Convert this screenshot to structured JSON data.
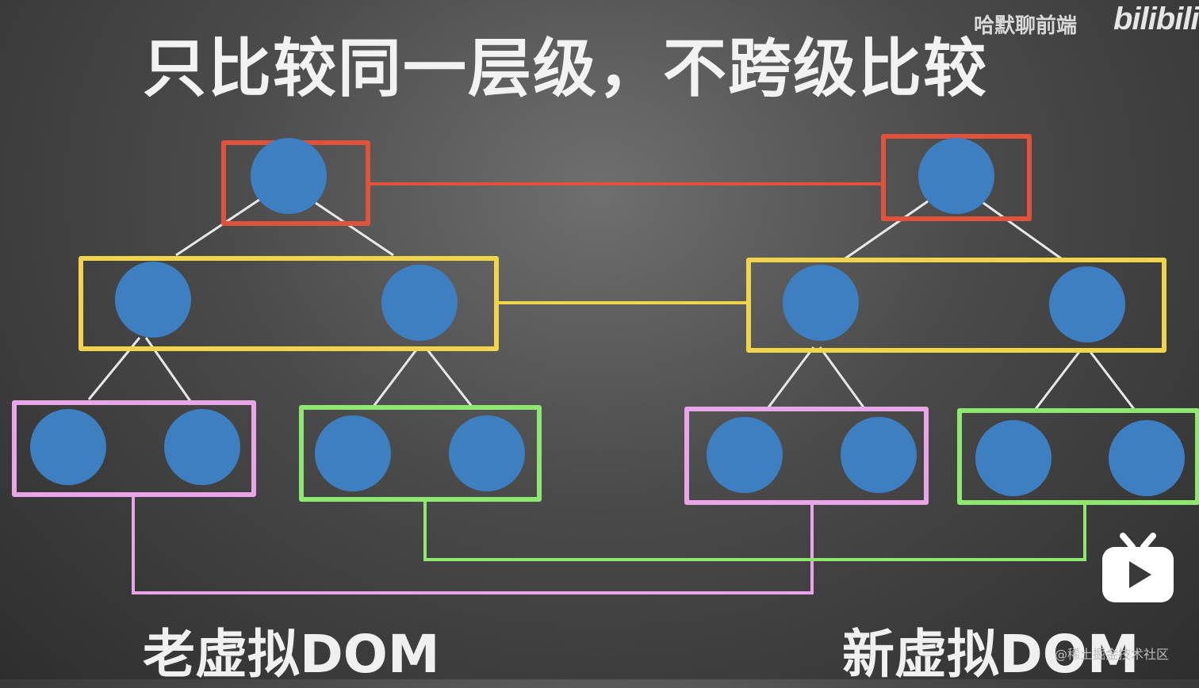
{
  "title": "只比较同一层级，不跨级比较",
  "watermark": {
    "author": "哈默聊前端",
    "logo": "bilibili"
  },
  "labels": {
    "old_tree": "老虚拟DOM",
    "new_tree": "新虚拟DOM"
  },
  "source_mark": "@稀土掘金技术社区",
  "colors": {
    "node": "#3d7fc0",
    "edge": "#e8e8e8",
    "level_root": "#e0523c",
    "level_mid": "#f0d44a",
    "group_pink": "#e8a6e8",
    "group_green": "#8ee870"
  },
  "icons": {
    "play": "tv-play-icon"
  }
}
